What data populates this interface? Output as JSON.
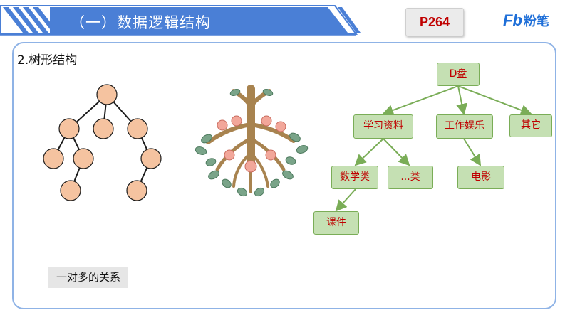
{
  "header": {
    "title": "（一）数据逻辑结构",
    "page_badge": "P264",
    "logo_mark": "Fb",
    "logo_text": "粉笔",
    "colors": {
      "banner": "#4a7fd6",
      "accent": "#c00000"
    }
  },
  "section": {
    "heading": "2.树形结构"
  },
  "folder_tree": {
    "root": "D盘",
    "level1": [
      "学习资料",
      "工作娱乐",
      "其它"
    ],
    "level2": [
      "数学类",
      "...类",
      "电影"
    ],
    "level3": [
      "课件"
    ]
  },
  "caption": "一对多的关系",
  "illustrations": {
    "binary_tree": "tree-diagram-icon",
    "plant": "apple-tree-roots-icon"
  }
}
